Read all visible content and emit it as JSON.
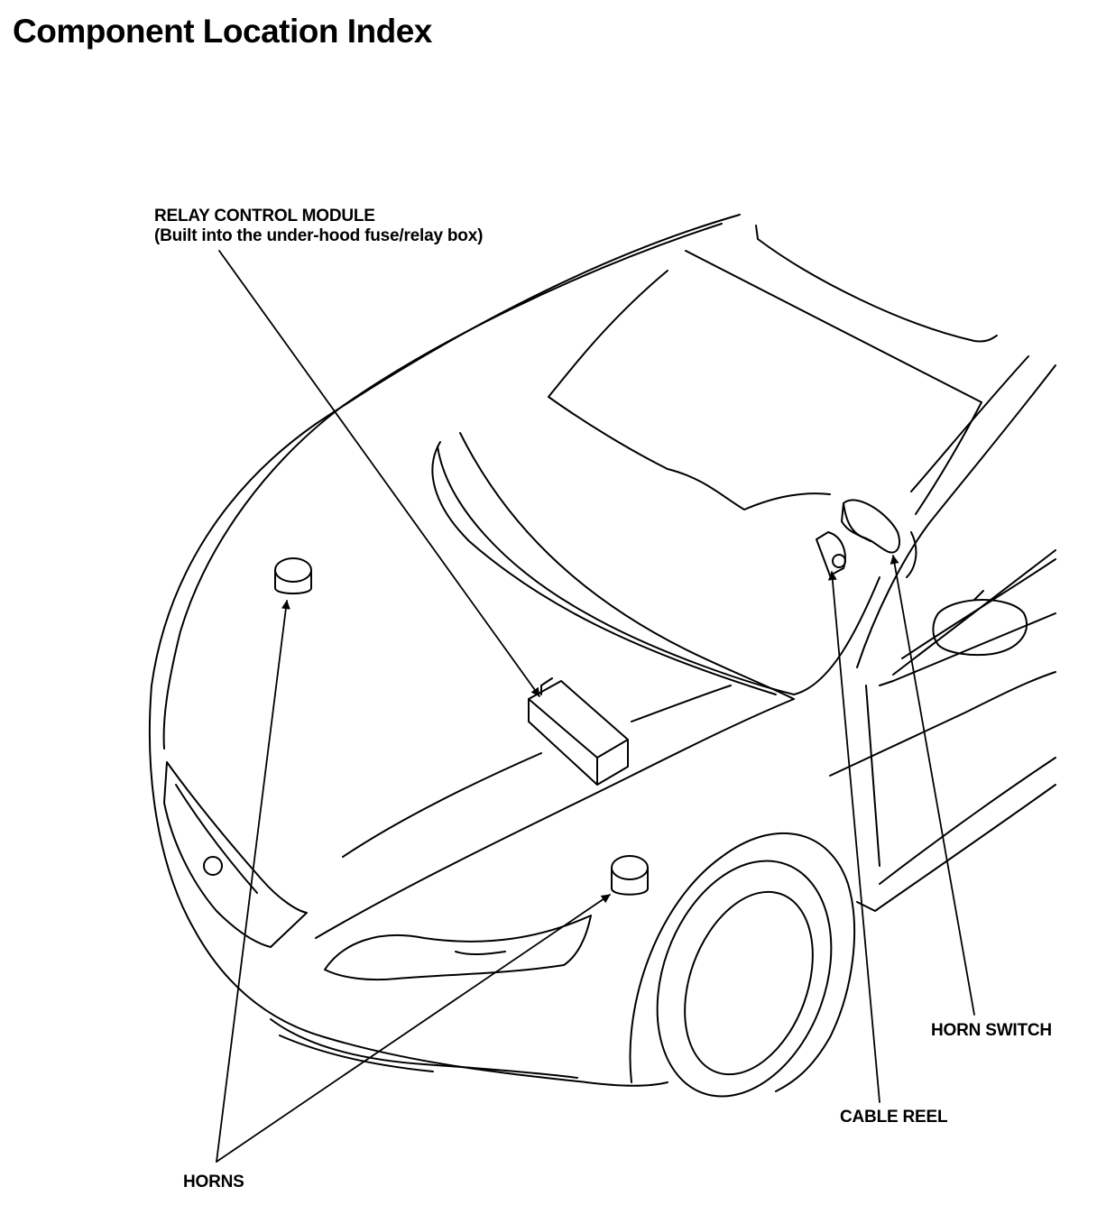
{
  "title": "Component Location Index",
  "callouts": {
    "relay_control_module": {
      "line1": "RELAY CONTROL MODULE",
      "line2": "(Built into the under-hood fuse/relay box)"
    },
    "horn_switch": "HORN SWITCH",
    "cable_reel": "CABLE REEL",
    "horns": "HORNS"
  },
  "colors": {
    "ink": "#000000",
    "paper": "#ffffff"
  }
}
